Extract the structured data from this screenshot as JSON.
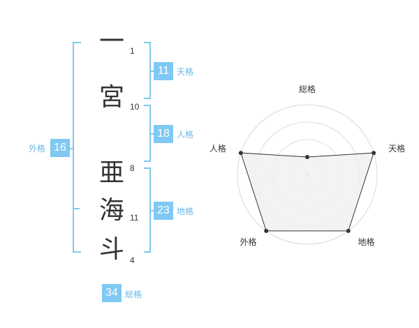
{
  "name": {
    "characters": [
      {
        "char": "一",
        "strokes": "1"
      },
      {
        "char": "宮",
        "strokes": "10"
      },
      {
        "char": "亜",
        "strokes": "8"
      },
      {
        "char": "海",
        "strokes": "11"
      },
      {
        "char": "斗",
        "strokes": "4"
      }
    ]
  },
  "scores": {
    "tenkaku": {
      "value": "11",
      "label": "天格"
    },
    "jinkaku": {
      "value": "18",
      "label": "人格"
    },
    "chikaku": {
      "value": "23",
      "label": "地格"
    },
    "gaikaku": {
      "value": "16",
      "label": "外格"
    },
    "soukaku": {
      "value": "34",
      "label": "総格"
    }
  },
  "colors": {
    "bracket": "#7ec8ee",
    "badge": "#7fc9f3",
    "label": "#6bb8e6",
    "text": "#333333",
    "radar_fill": "#f0f0f0",
    "radar_stroke": "#333333"
  },
  "chart_data": {
    "type": "radar",
    "axes": [
      "総格",
      "天格",
      "地格",
      "外格",
      "人格"
    ],
    "series": [
      {
        "values": [
          1,
          4,
          4,
          4,
          4
        ]
      }
    ],
    "range": [
      0,
      4
    ],
    "rings": 4
  }
}
